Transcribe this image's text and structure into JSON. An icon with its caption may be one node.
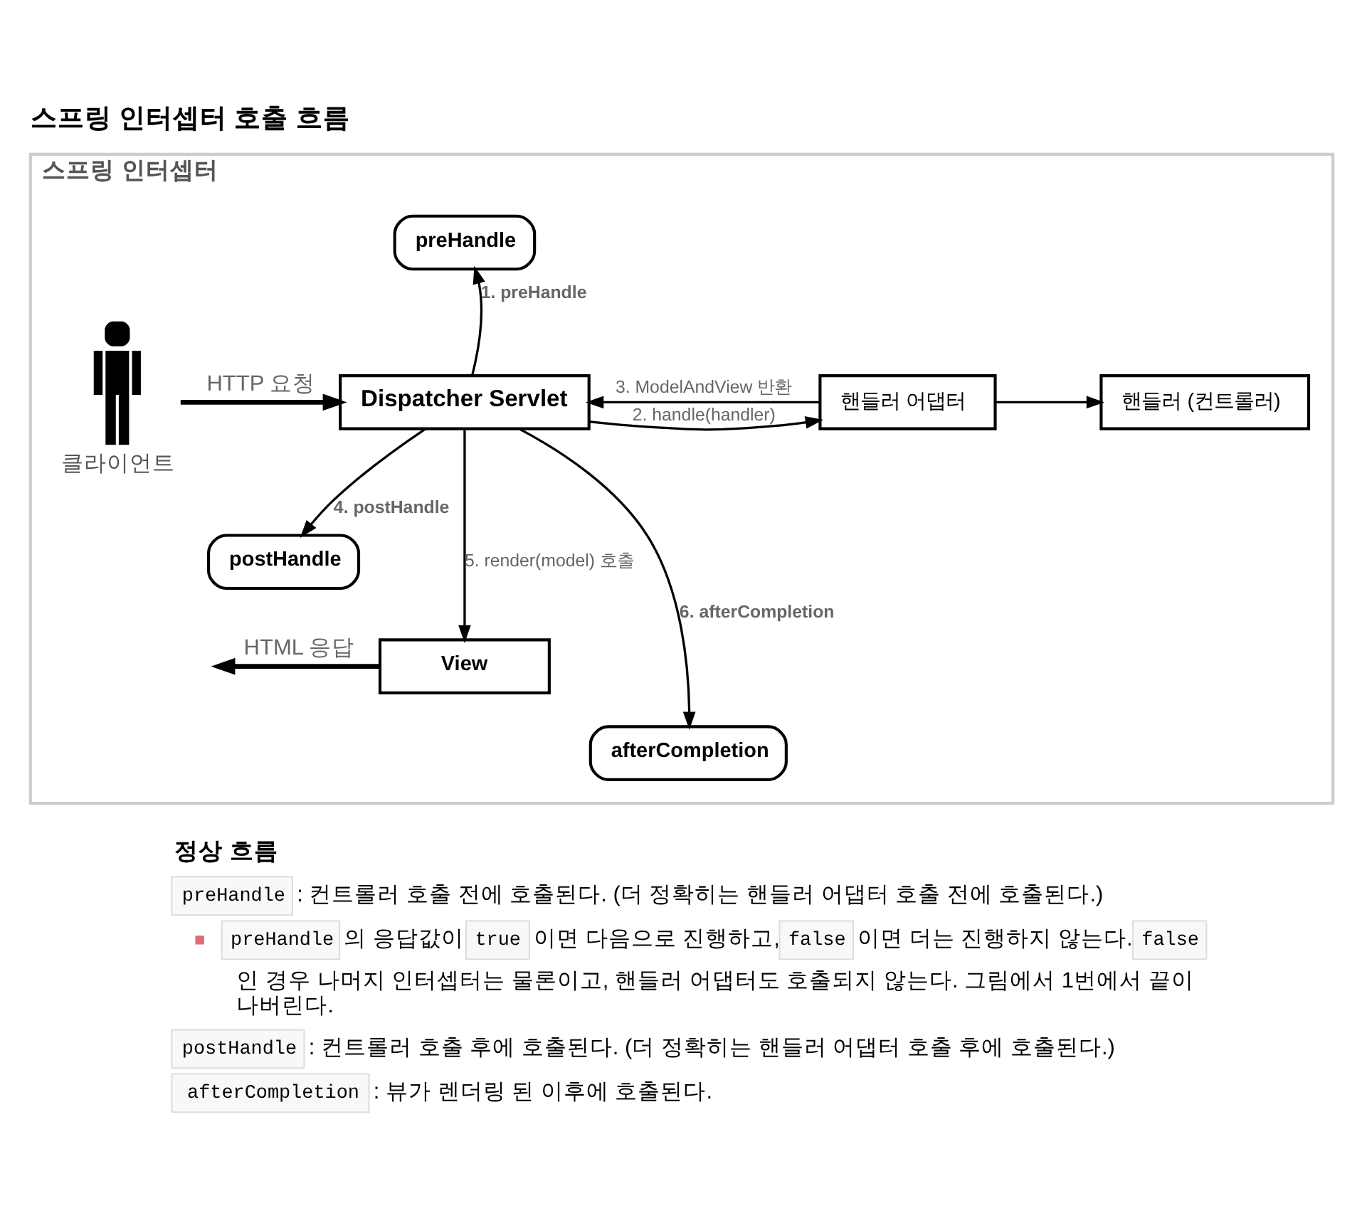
{
  "diagram": {
    "title": "스프링 인터셉터 호출 흐름",
    "nodes": [
      {
        "text": [
          "스프링 인터셉터"
        ]
      },
      {
        "text": [],
        "shape": "person",
        "beside": [
          "클라이언트"
        ],
        "in": 0
      },
      {
        "text": [
          "Dispatcher Servlet"
        ],
        "in": 0
      },
      {
        "text": [
          "preHandle"
        ],
        "in": 0
      },
      {
        "text": [
          "핸들러 어댑터"
        ],
        "in": 0
      },
      {
        "text": [
          "핸들러 (컨트롤러)"
        ],
        "in": 0
      },
      {
        "text": [
          "postHandle"
        ],
        "in": 0
      },
      {
        "text": [
          "View"
        ],
        "in": 0
      },
      {
        "text": [
          "afterCompletion"
        ],
        "in": 0
      }
    ],
    "edges": [
      {
        "from": 1,
        "to": 2,
        "arrow": "to",
        "label": "HTTP 요청",
        "style": "thick"
      },
      {
        "from": 2,
        "to": 3,
        "arrow": "to",
        "label": "1. preHandle"
      },
      {
        "from": 2,
        "to": 4,
        "arrow": "to",
        "label": "2. handle(handler)"
      },
      {
        "from": 4,
        "to": 2,
        "arrow": "to",
        "label": "3. ModelAndView 반환"
      },
      {
        "from": 4,
        "to": 5,
        "arrow": "to"
      },
      {
        "from": 2,
        "to": 6,
        "arrow": "to",
        "label": "4. postHandle"
      },
      {
        "from": 2,
        "to": 7,
        "arrow": "to",
        "label": "5. render(model) 호출"
      },
      {
        "from": 2,
        "to": 8,
        "arrow": "to",
        "label": "6. afterCompletion"
      },
      {
        "from": 7,
        "to": null,
        "arrow": "to",
        "label": "HTML 응답",
        "style": "thick"
      }
    ],
    "labels": [
      "정상 흐름",
      "preHandle",
      ": 컨트롤러 호출 전에 호출된다. (더 정확히는 핸들러 어댑터 호출 전에 호출된다.)",
      "preHandle",
      "의 응답값이",
      "true",
      "이면 다음으로 진행하고,",
      "false",
      "이면 더는 진행하지 않는다.",
      "false",
      "인 경우 나머지 인터셉터는 물론이고, 핸들러 어댑터도 호출되지 않는다. 그림에서 1번에서 끝이 나버린다.",
      "postHandle",
      ": 컨트롤러 호출 후에 호출된다. (더 정확히는 핸들러 어댑터 호출 후에 호출된다.)",
      "afterCompletion",
      ": 뷰가 렌더링 된 이후에 호출된다."
    ]
  }
}
